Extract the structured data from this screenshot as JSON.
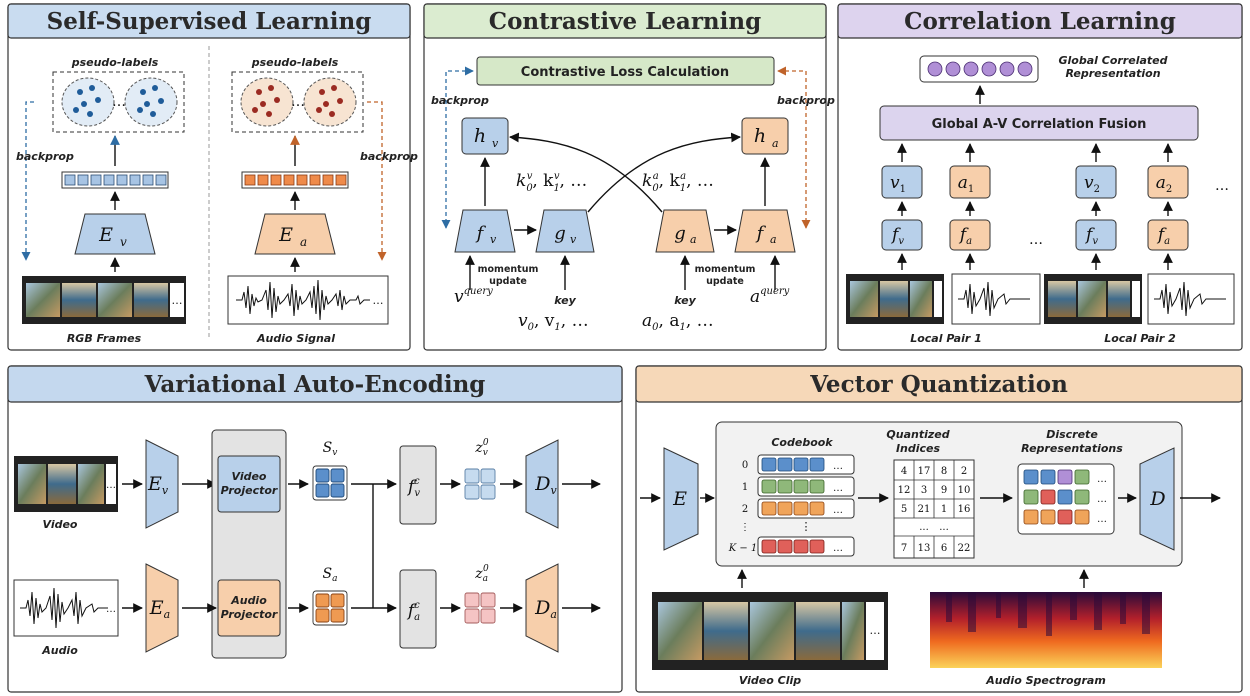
{
  "colors": {
    "blue_header": "#c9dcf0",
    "green_header": "#dbecd0",
    "purple_header": "#ddd3ee",
    "blue_header2": "#c4d8ee",
    "orange_header": "#f6d8b8",
    "video_blue": "#b8d0ea",
    "audio_orange": "#f7cfab",
    "loss_green": "#d6e8c8",
    "fusion_purple": "#dcd4ee",
    "backprop_blue": "#2e6da4",
    "backprop_orange": "#c0632a"
  },
  "panels": {
    "ssl": {
      "title": "Self-Supervised Learning",
      "pseudo_video": "pseudo-labels",
      "pseudo_audio": "pseudo-labels",
      "backprop_left": "backprop",
      "backprop_right": "backprop",
      "encoder_v": "E",
      "encoder_v_sub": "v",
      "encoder_a": "E",
      "encoder_a_sub": "a",
      "rgb_label": "RGB Frames",
      "audio_label": "Audio Signal",
      "ellipsis": "…"
    },
    "contrastive": {
      "title": "Contrastive Learning",
      "loss": "Contrastive Loss Calculation",
      "backprop_left": "backprop",
      "backprop_right": "backprop",
      "momentum_left": "momentum",
      "update_left": "update",
      "momentum_right": "momentum",
      "update_right": "update",
      "key_left": "key",
      "key_right": "key",
      "ellipsis": "…"
    },
    "correlation": {
      "title": "Correlation Learning",
      "global_rep_line1": "Global Correlated",
      "global_rep_line2": "Representation",
      "fusion": "Global A-V Correlation Fusion",
      "pair1": "Local Pair 1",
      "pair2": "Local Pair 2",
      "ellipsis": "…"
    },
    "vae": {
      "title": "Variational Auto-Encoding",
      "video_label": "Video",
      "audio_label": "Audio",
      "video_proj_1": "Video",
      "video_proj_2": "Projector",
      "audio_proj_1": "Audio",
      "audio_proj_2": "Projector",
      "ellipsis": "…"
    },
    "vq": {
      "title": "Vector Quantization",
      "codebook": "Codebook",
      "quantized_1": "Quantized",
      "quantized_2": "Indices",
      "discrete_1": "Discrete",
      "discrete_2": "Representations",
      "video_clip": "Video Clip",
      "spectrogram": "Audio Spectrogram",
      "encoder": "E",
      "decoder": "D",
      "row_labels": [
        "0",
        "1",
        "2",
        "⋮",
        "K − 1"
      ],
      "indices": [
        [
          "4",
          "17",
          "8",
          "2"
        ],
        [
          "12",
          "3",
          "9",
          "10"
        ],
        [
          "5",
          "21",
          "1",
          "16"
        ],
        [
          "...",
          "..."
        ],
        [
          "7",
          "13",
          "6",
          "22"
        ]
      ],
      "ellipsis": "…",
      "vdots": "⋮"
    }
  }
}
